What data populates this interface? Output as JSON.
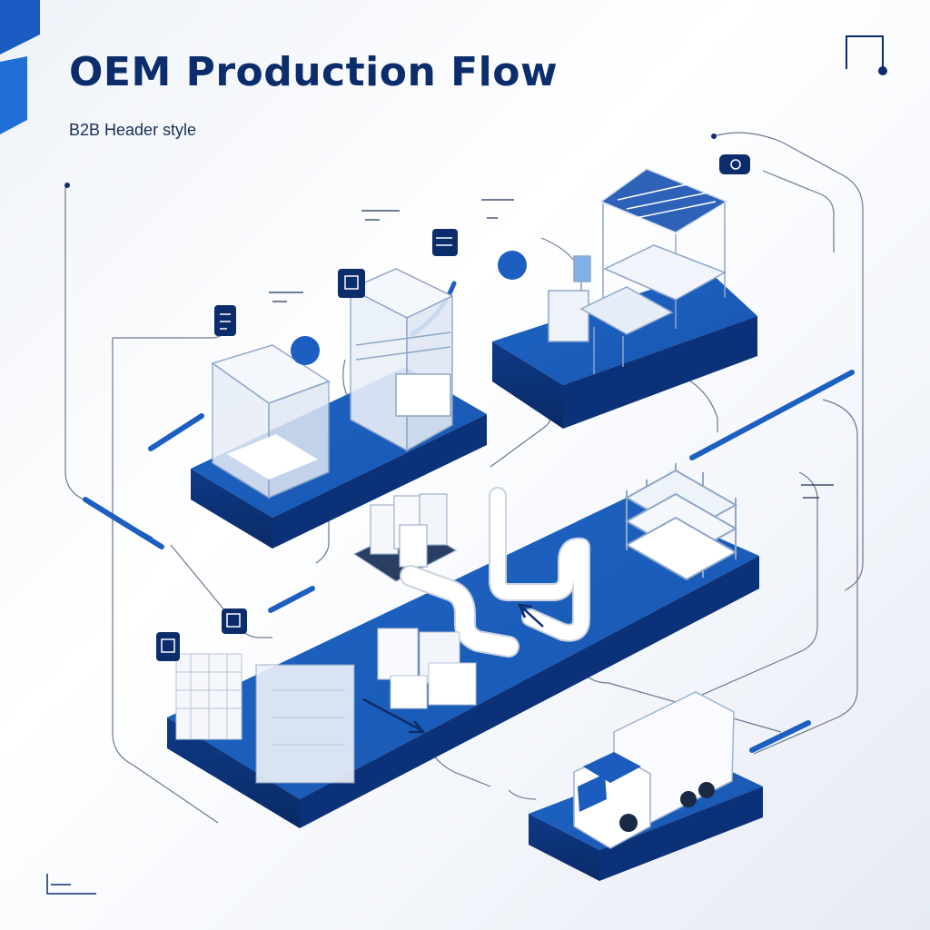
{
  "header": {
    "title": "OEM Production Flow",
    "subtitle": "B2B Header style"
  },
  "colors": {
    "navy": "#0c2d6b",
    "royal_blue": "#1c5fc0",
    "bright_blue": "#2a78d6",
    "line_gray": "#6a7890",
    "accent_light": "#dfe7f3"
  },
  "icons": [
    "document-icon",
    "checklist-icon",
    "blue-dot-icon",
    "camera-icon",
    "sensor-icon",
    "corner-bracket-icon"
  ],
  "stages": [
    "glass-enclosure-machines",
    "gantry-assembly-line",
    "conveyor-hub",
    "storage-racks",
    "palletized-goods",
    "delivery-truck"
  ]
}
